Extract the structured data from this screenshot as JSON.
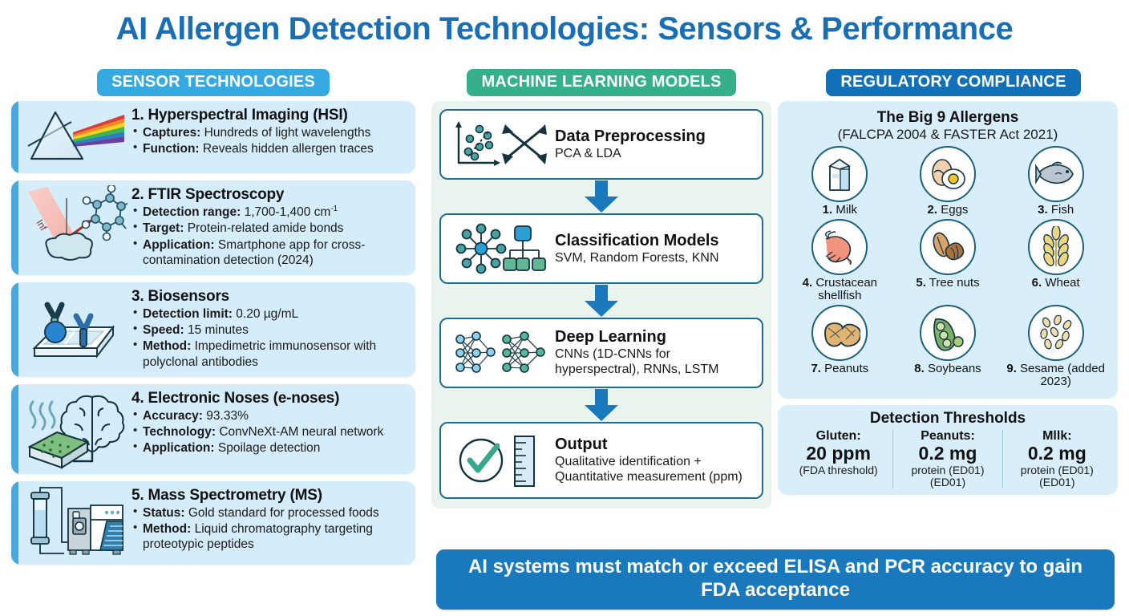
{
  "title": "AI Allergen Detection Technologies: Sensors & Performance",
  "colors": {
    "title": "#1a6fb4",
    "sensor_header_bg": "#36a9e1",
    "ml_header_bg": "#35b08a",
    "reg_header_bg": "#1170b8",
    "card_bg": "#d5ecfa",
    "card_accent": "#4aa8dd",
    "arrow": "#1a78bd",
    "banner_bg": "#1a78bd"
  },
  "columns": {
    "sensors": {
      "header": "SENSOR TECHNOLOGIES",
      "cards": [
        {
          "icon": "prism-spectrum-icon",
          "title": "1. Hyperspectral Imaging (HSI)",
          "bullets": [
            {
              "label": "Captures:",
              "text": "Hundreds of light wavelengths"
            },
            {
              "label": "Function:",
              "text": "Reveals hidden allergen traces"
            }
          ]
        },
        {
          "icon": "infrared-beam-molecule-icon",
          "title": "2. FTIR Spectroscopy",
          "bullets": [
            {
              "label": "Detection range:",
              "text": "1,700-1,400 cm",
              "sup": "-1"
            },
            {
              "label": "Target:",
              "text": "Protein-related amide bonds"
            },
            {
              "label": "Application:",
              "text": "Smartphone app for cross-contamination detection (2024)"
            }
          ]
        },
        {
          "icon": "antibody-biosensor-icon",
          "title": "3. Biosensors",
          "bullets": [
            {
              "label": "Detection limit:",
              "text": "0.20 µg/mL"
            },
            {
              "label": "Speed:",
              "text": "15 minutes"
            },
            {
              "label": "Method:",
              "text": "Impedimetric immunosensor with polyclonal antibodies"
            }
          ]
        },
        {
          "icon": "enose-brain-sensor-icon",
          "title": "4. Electronic Noses (e-noses)",
          "bullets": [
            {
              "label": "Accuracy:",
              "text": "93.33%"
            },
            {
              "label": "Technology:",
              "text": "ConvNeXt-AM neural network"
            },
            {
              "label": "Application:",
              "text": "Spoilage detection"
            }
          ]
        },
        {
          "icon": "mass-spectrometer-icon",
          "title": "5. Mass Spectrometry (MS)",
          "bullets": [
            {
              "label": "Status:",
              "text": "Gold standard for processed foods"
            },
            {
              "label": "Method:",
              "text": "Liquid chromatography targeting proteotypic peptides"
            }
          ]
        }
      ]
    },
    "machine_learning": {
      "header": "MACHINE LEARNING MODELS",
      "steps": [
        {
          "icon": "scatter-plot-arrows-icon",
          "title": "Data Preprocessing",
          "subtitle": "PCA & LDA"
        },
        {
          "icon": "network-decision-tree-icon",
          "title": "Classification Models",
          "subtitle": "SVM, Random Forests, KNN"
        },
        {
          "icon": "neural-network-icon",
          "title": "Deep Learning",
          "subtitle": "CNNs (1D-CNNs for hyperspectral), RNNs, LSTM"
        },
        {
          "icon": "check-ruler-icon",
          "title": "Output",
          "subtitle": "Qualitative identification + Quantitative measurement (ppm)"
        }
      ]
    },
    "regulatory": {
      "header": "REGULATORY COMPLIANCE",
      "big9": {
        "title": "The Big 9 Allergens",
        "subtitle": "(FALCPA 2004 & FASTER Act 2021)",
        "items": [
          {
            "num": "1.",
            "name": "Milk",
            "icon": "milk-carton-icon"
          },
          {
            "num": "2.",
            "name": "Eggs",
            "icon": "eggs-icon"
          },
          {
            "num": "3.",
            "name": "Fish",
            "icon": "fish-icon"
          },
          {
            "num": "4.",
            "name": "Crustacean shellfish",
            "icon": "shrimp-icon"
          },
          {
            "num": "5.",
            "name": "Tree nuts",
            "icon": "tree-nuts-icon"
          },
          {
            "num": "6.",
            "name": "Wheat",
            "icon": "wheat-icon"
          },
          {
            "num": "7.",
            "name": "Peanuts",
            "icon": "peanut-icon"
          },
          {
            "num": "8.",
            "name": "Soybeans",
            "icon": "soybean-pod-icon"
          },
          {
            "num": "9.",
            "name": "Sesame (added 2023)",
            "icon": "sesame-seeds-icon"
          }
        ]
      },
      "thresholds": {
        "title": "Detection Thresholds",
        "items": [
          {
            "name": "Gluten:",
            "value": "20 ppm",
            "note": "(FDA threshold)"
          },
          {
            "name": "Peanuts:",
            "value": "0.2 mg",
            "note": "protein (ED01)\n(ED01)"
          },
          {
            "name": "Mllk:",
            "value": "0.2 mg",
            "note": "protein (ED01)\n(ED01)"
          }
        ]
      }
    }
  },
  "banner": "AI systems must match or exceed ELISA and PCR accuracy to gain FDA acceptance"
}
